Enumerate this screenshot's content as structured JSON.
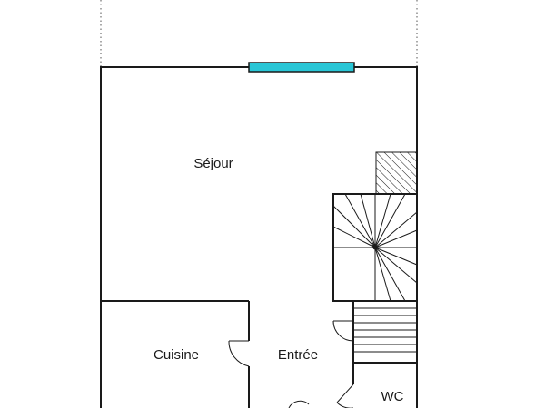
{
  "rooms": {
    "sejour": "Séjour",
    "cuisine": "Cuisine",
    "entree": "Entrée",
    "wc": "WC"
  },
  "colors": {
    "walls": "#1a1a1a",
    "window": "#29c6d6",
    "background": "#ffffff"
  }
}
